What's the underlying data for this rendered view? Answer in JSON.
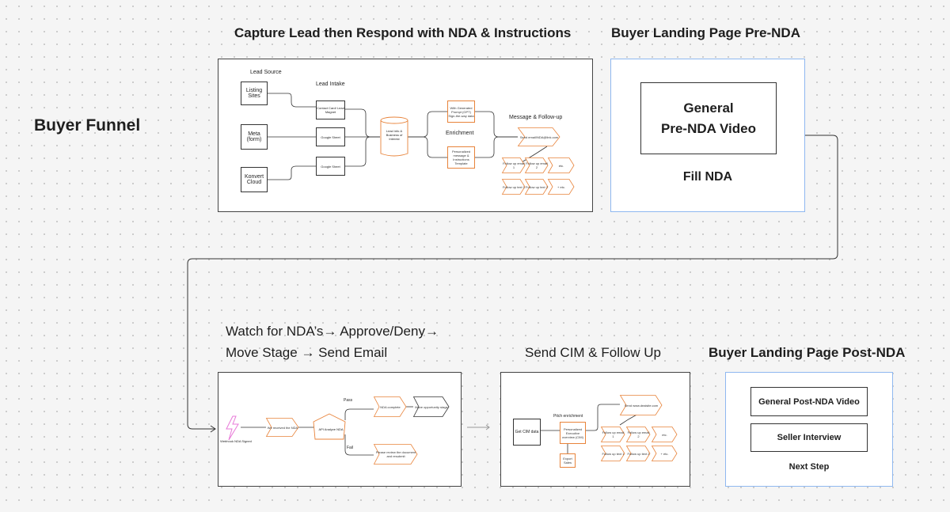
{
  "main_title": "Buyer Funnel",
  "sections": {
    "capture": {
      "title": "Capture Lead then Respond with NDA & Instructions",
      "lead_source_label": "Lead Source",
      "lead_intake_label": "Lead Intake",
      "sources": [
        "Listing Sites",
        "Meta (form)",
        "Konvert Cloud"
      ],
      "intake": [
        "Contact Card/ Lead Magnet",
        "Google Sheet",
        "Google Sheet"
      ],
      "database": "Lead info & Business of Interest",
      "enrichment_label": "Enrichment",
      "enrichment_top": "With Generated Prompt (GPT) Sign-the-way data",
      "enrichment_bottom": "Personalized message & Instructions Template",
      "followup_label": "Message & Follow-up",
      "send_label": "Send email/NDA@link.com",
      "followups_row1": [
        "Follow up email 1",
        "Follow up email 2",
        "etc."
      ],
      "followups_row2": [
        "Follow up text 1",
        "Follow up text 2",
        "+ etc."
      ]
    },
    "landing_pre": {
      "title": "Buyer Landing Page Pre-NDA",
      "video": "General Pre-NDA Video",
      "video_line1": "General",
      "video_line2": "Pre-NDA Video",
      "fill_nda": "Fill NDA"
    },
    "watch": {
      "title_line1": "Watch for NDA’s→ Approve/Deny→",
      "title_line2": "Move Stage → Send Email",
      "webhook": "Webhook NDA Signed",
      "received": "We received the NDA",
      "ai_analysis": "API Analyze NDA",
      "pass": "Pass",
      "fail": "Fail",
      "pass_box": "NDA complete",
      "pass_next": "Move opportunity stage",
      "fail_box": "Please review the document and resubmit"
    },
    "cim": {
      "title": "Send CIM & Follow Up",
      "get_cim": "Get CIM data",
      "pitch_label": "Pitch enrichment",
      "personalize": "Personalized Executive overview (CIM)",
      "data_box": "Export Sales",
      "send": "Send www.dealsite.com",
      "row1": [
        "Follow up email 1",
        "Follow up email 2",
        "etc."
      ],
      "row2": [
        "Follow up text 1",
        "Follow up text 2",
        "+ etc."
      ]
    },
    "landing_post": {
      "title": "Buyer Landing Page Post-NDA",
      "video": "General Post-NDA Video",
      "interview": "Seller Interview",
      "next": "Next Step"
    }
  },
  "colors": {
    "orange": "#e8833a",
    "blue_frame": "#8fb8f0",
    "pink_bolt": "#e879d8"
  }
}
